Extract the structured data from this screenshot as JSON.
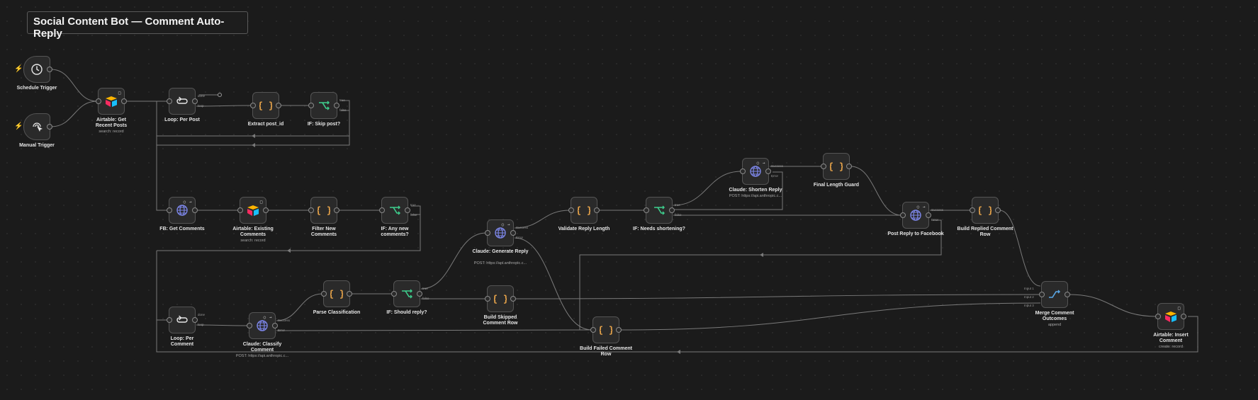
{
  "workflow": {
    "title": "Social Content Bot — Comment Auto-Reply"
  },
  "colors": {
    "canvas_bg": "#1b1b1b",
    "node_bg": "#2a2a2a",
    "node_border": "#545454",
    "edge": "#7a7a7a",
    "trigger_bolt": "#e04848",
    "code_braces": "#e8a44a",
    "if_icon": "#3ecf8e",
    "http_icon": "#7c86e8",
    "merge_icon": "#5aa8e8"
  },
  "nodes": [
    {
      "id": "schedule_trigger",
      "label": "Schedule Trigger",
      "icon": "clock-icon",
      "kind": "trigger"
    },
    {
      "id": "manual_trigger",
      "label": "Manual Trigger",
      "icon": "pointer-click-icon",
      "kind": "trigger"
    },
    {
      "id": "airtable_get_posts",
      "label": "Airtable: Get Recent Posts",
      "sub": "search: record",
      "icon": "airtable-icon",
      "kind": "airtable"
    },
    {
      "id": "loop_per_post",
      "label": "Loop: Per Post",
      "icon": "loop-icon",
      "kind": "loop",
      "outputs": [
        "done",
        "loop"
      ]
    },
    {
      "id": "extract_post_id",
      "label": "Extract post_id",
      "icon": "code-braces-icon",
      "kind": "code"
    },
    {
      "id": "if_skip_post",
      "label": "IF: Skip post?",
      "icon": "if-branch-icon",
      "kind": "if",
      "outputs": [
        "true",
        "false"
      ]
    },
    {
      "id": "fb_get_comments",
      "label": "FB: Get Comments",
      "icon": "globe-icon",
      "kind": "http"
    },
    {
      "id": "airtable_existing_comments",
      "label": "Airtable: Existing Comments",
      "sub": "search: record",
      "icon": "airtable-icon",
      "kind": "airtable"
    },
    {
      "id": "filter_new_comments",
      "label": "Filter New Comments",
      "icon": "code-braces-icon",
      "kind": "code"
    },
    {
      "id": "if_any_new",
      "label": "IF: Any new comments?",
      "icon": "if-branch-icon",
      "kind": "if",
      "outputs": [
        "true",
        "false"
      ]
    },
    {
      "id": "loop_per_comment",
      "label": "Loop: Per Comment",
      "icon": "loop-icon",
      "kind": "loop",
      "outputs": [
        "done",
        "loop"
      ]
    },
    {
      "id": "claude_classify",
      "label": "Claude: Classify Comment",
      "sub": "POST: https://api.anthropic.c...",
      "icon": "globe-icon",
      "kind": "http",
      "outputs": [
        "Success",
        "Error"
      ]
    },
    {
      "id": "parse_classification",
      "label": "Parse Classification",
      "icon": "code-braces-icon",
      "kind": "code"
    },
    {
      "id": "if_should_reply",
      "label": "IF: Should reply?",
      "icon": "if-branch-icon",
      "kind": "if",
      "outputs": [
        "true",
        "false"
      ]
    },
    {
      "id": "claude_generate",
      "label": "Claude: Generate Reply",
      "sub": "POST: https://api.anthropic.c...",
      "icon": "globe-icon",
      "kind": "http",
      "outputs": [
        "Success",
        "Error"
      ]
    },
    {
      "id": "build_skipped",
      "label": "Build Skipped Comment Row",
      "icon": "code-braces-icon",
      "kind": "code"
    },
    {
      "id": "validate_reply",
      "label": "Validate Reply Length",
      "icon": "code-braces-icon",
      "kind": "code"
    },
    {
      "id": "if_needs_shortening",
      "label": "IF: Needs shortening?",
      "icon": "if-branch-icon",
      "kind": "if",
      "outputs": [
        "true",
        "false"
      ]
    },
    {
      "id": "claude_shorten",
      "label": "Claude: Shorten Reply",
      "sub": "POST: https://api.anthropic.c...",
      "icon": "globe-icon",
      "kind": "http",
      "outputs": [
        "Success",
        "Error"
      ]
    },
    {
      "id": "final_length_guard",
      "label": "Final Length Guard",
      "icon": "code-braces-icon",
      "kind": "code"
    },
    {
      "id": "build_failed",
      "label": "Build Failed Comment Row",
      "icon": "code-braces-icon",
      "kind": "code"
    },
    {
      "id": "post_reply_fb",
      "label": "Post Reply to Facebook",
      "icon": "globe-icon",
      "kind": "http",
      "outputs": [
        "Success",
        "Error"
      ]
    },
    {
      "id": "build_replied",
      "label": "Build Replied Comment Row",
      "icon": "code-braces-icon",
      "kind": "code"
    },
    {
      "id": "merge_outcomes",
      "label": "Merge Comment Outcomes",
      "sub": "append",
      "icon": "merge-icon",
      "kind": "merge",
      "inputs": [
        "Input 1",
        "Input 2",
        "Input 3"
      ]
    },
    {
      "id": "airtable_insert",
      "label": "Airtable: Insert Comment",
      "sub": "create: record",
      "icon": "airtable-icon",
      "kind": "airtable"
    }
  ]
}
